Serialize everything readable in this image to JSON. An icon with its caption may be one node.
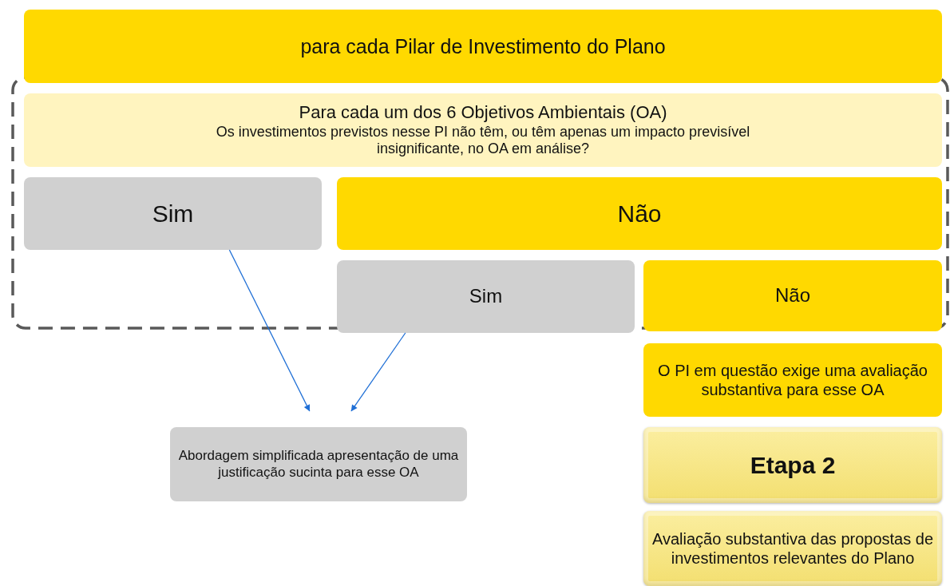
{
  "diagram": {
    "nodes": [
      {
        "text": [
          "para cada Pilar de Investimento do Plano"
        ]
      },
      {
        "text": [
          "Para cada um dos 6 Objetivos Ambientais (OA)",
          "Os investimentos previstos nesse PI não têm, ou têm apenas um impacto previsível insignificante, no OA em análise?"
        ]
      },
      {
        "text": [
          "Sim"
        ]
      },
      {
        "text": [
          "Não"
        ]
      },
      {
        "text": [
          "Sim"
        ]
      },
      {
        "text": [
          "Não"
        ]
      },
      {
        "text": [
          "O PI em questão exige uma avaliação substantiva para esse OA"
        ]
      },
      {
        "text": [
          "Etapa 2"
        ]
      },
      {
        "text": [
          "Avaliação substantiva das propostas de investimentos relevantes do Plano"
        ]
      },
      {
        "text": [
          "Abordagem simplificada apresentação de uma justificação sucinta para esse OA"
        ]
      }
    ],
    "edges": [
      {
        "from": 2,
        "to": 9,
        "arrow": "to"
      },
      {
        "from": 4,
        "to": 9,
        "arrow": "to"
      }
    ]
  }
}
